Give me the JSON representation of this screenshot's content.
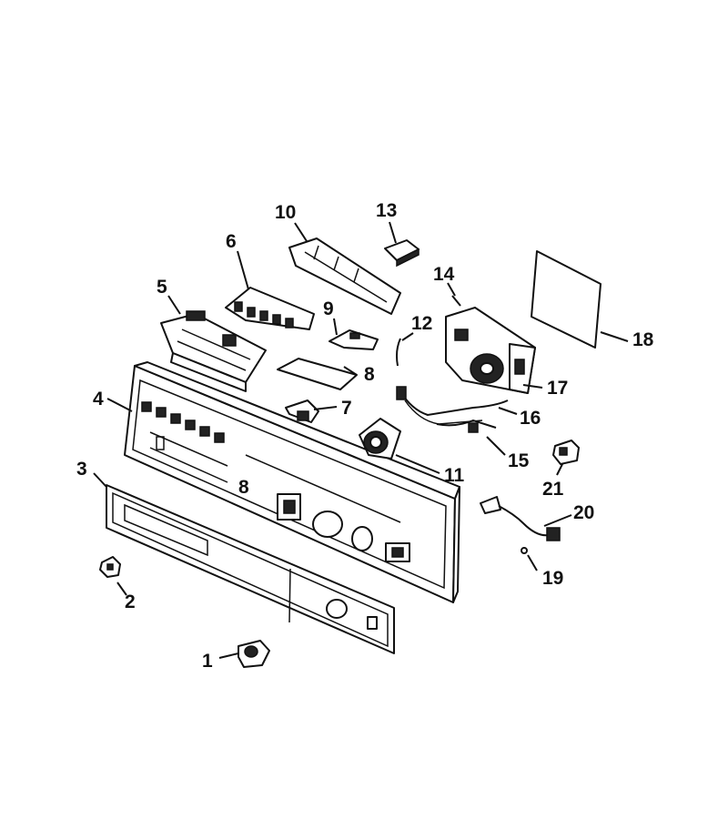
{
  "diagram": {
    "labels": [
      "1",
      "2",
      "3",
      "4",
      "5",
      "6",
      "7",
      "8",
      "9",
      "10",
      "11",
      "12",
      "13",
      "14",
      "15",
      "16",
      "17",
      "18",
      "19",
      "20",
      "21"
    ],
    "panel_mark": "8"
  }
}
